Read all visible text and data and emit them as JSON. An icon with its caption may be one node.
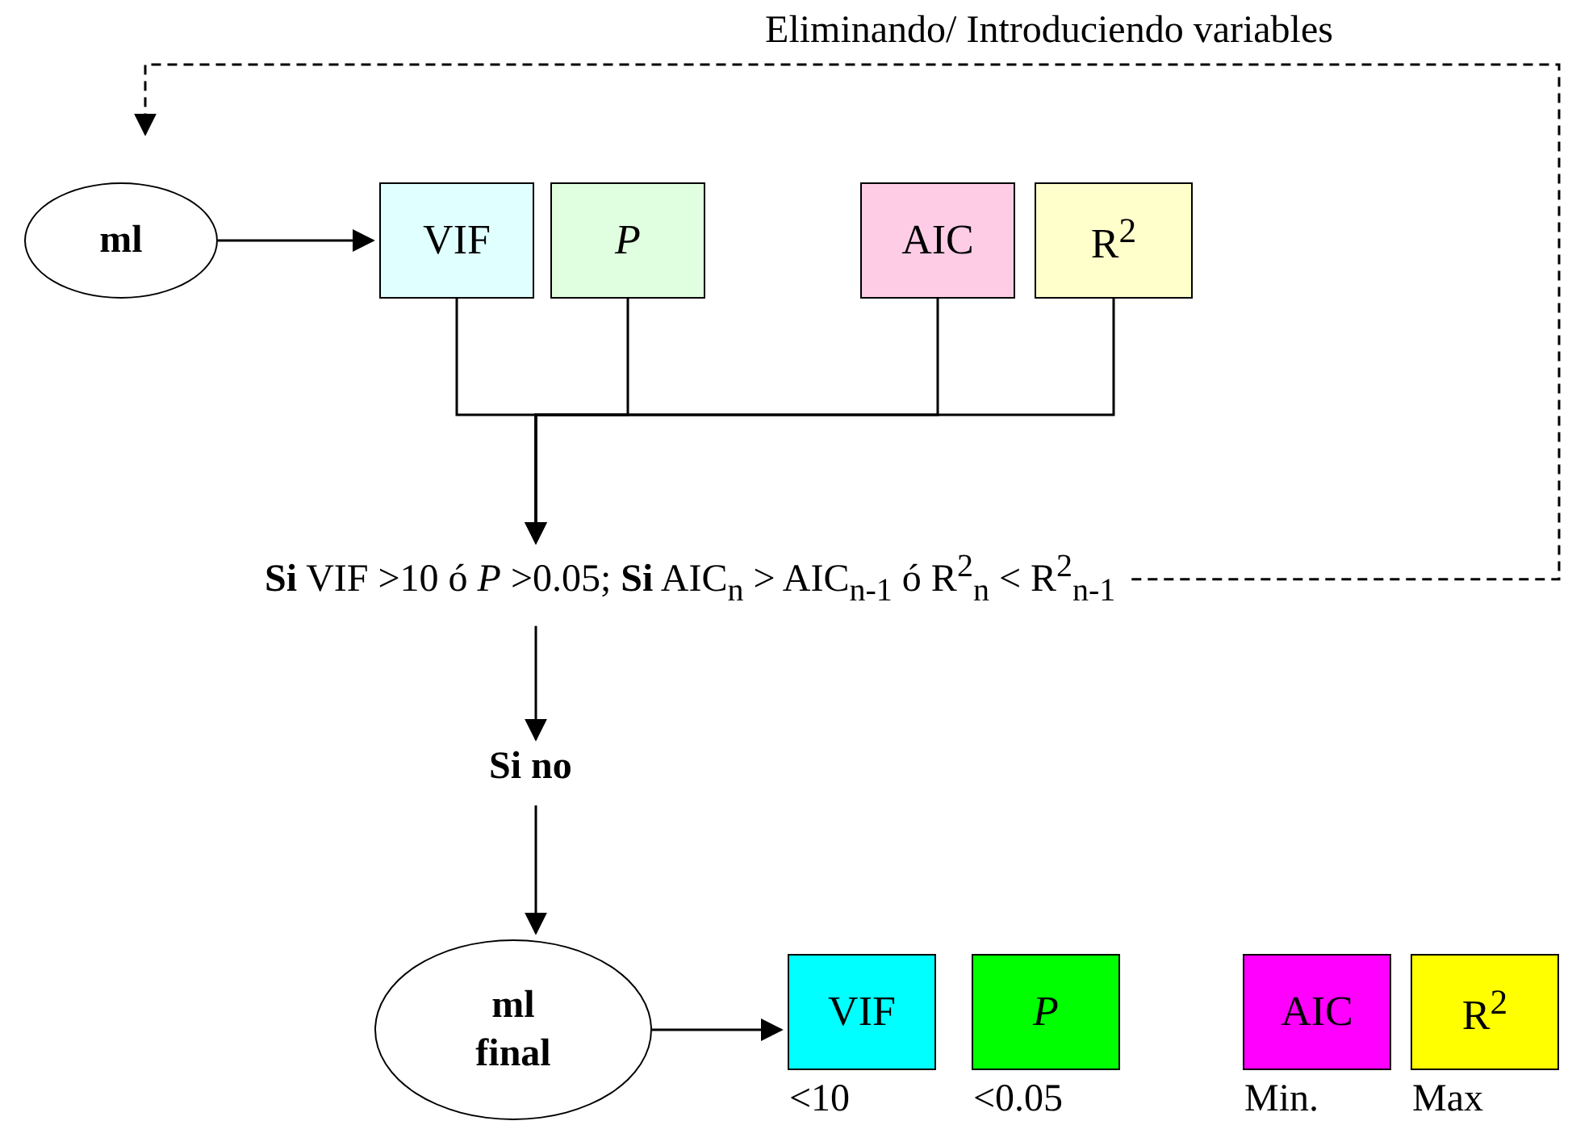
{
  "diagram": {
    "nodes": [
      {
        "text": [
          "ml"
        ]
      },
      {
        "text": [
          "VIF"
        ]
      },
      {
        "text": [
          "*P*"
        ]
      },
      {
        "text": [
          "AIC"
        ]
      },
      {
        "text": [
          "R$^{2}$"
        ]
      },
      {
        "text": [
          "**Si** VIF >10 ó *P* >0.05; **Si** AIC$_{n}$ > AIC$_{n-1}$ ó R$^{2}$$_{n}$ < R$^{2}$$_{n-1}$"
        ]
      },
      {
        "text": [
          "Si no"
        ]
      },
      {
        "text": [
          "ml final"
        ]
      },
      {
        "text": [
          "VIF"
        ],
        "beside": [
          "<10"
        ]
      },
      {
        "text": [
          "*P*"
        ],
        "beside": [
          "<0.05"
        ]
      },
      {
        "text": [
          "AIC"
        ],
        "beside": [
          "Min."
        ]
      },
      {
        "text": [
          "R$^{2}$"
        ],
        "beside": [
          "Max"
        ]
      }
    ],
    "edges": [
      {
        "from": 0,
        "to": 1,
        "arrow": "to"
      },
      {
        "from": 1,
        "to": 5,
        "arrow": "to"
      },
      {
        "from": 2,
        "to": 5,
        "arrow": "to"
      },
      {
        "from": 3,
        "to": 5,
        "arrow": "to"
      },
      {
        "from": 4,
        "to": 5,
        "arrow": "to"
      },
      {
        "from": 5,
        "to": 0,
        "arrow": "to",
        "style": "dashed",
        "label": "Eliminando/ Introduciendo variables"
      },
      {
        "from": 5,
        "to": 6,
        "arrow": "to"
      },
      {
        "from": 6,
        "to": 7,
        "arrow": "to"
      },
      {
        "from": 7,
        "to": 8,
        "arrow": "to"
      }
    ]
  }
}
